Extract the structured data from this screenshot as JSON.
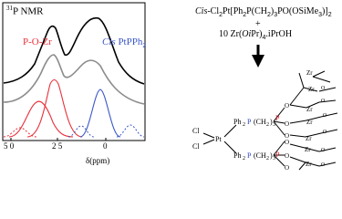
{
  "spectrum": {
    "nucleus_mass": "31",
    "nucleus_label": "P NMR",
    "peak_label_left": "P-O-Zr",
    "peak_label_right_italic": "Cis",
    "peak_label_right_rest": " PtPPh",
    "peak_label_right_sub": "2",
    "x_ticks": [
      "5 0",
      "2 5",
      "0"
    ],
    "x_label": "δ(ppm)",
    "colors": {
      "p_o_zr": "#e8303a",
      "cis_ptpph2": "#3b57c6",
      "trace": "#000000"
    }
  },
  "reaction": {
    "reactant_italic": "Cis",
    "reactant_rest": "-Cl",
    "reactant_sub1": "2",
    "reactant_mid": "Pt[Ph",
    "reactant_sub2": "2",
    "reactant_mid2": "P(CH",
    "reactant_sub3": "2",
    "reactant_mid3": ")",
    "reactant_sub4": "3",
    "reactant_mid4": "PO(OSiMe",
    "reactant_sub5": "3",
    "reactant_end": ")]",
    "reactant_sub6": "2",
    "plus": "+",
    "reagent_prefix": "10 Zr(",
    "reagent_italic": "Oi",
    "reagent_mid": "Pr)",
    "reagent_sub": "4",
    "reagent_end": ".iPrOH"
  },
  "structure": {
    "atoms": {
      "cl": "Cl",
      "pt": "Pt",
      "ph2": "Ph",
      "ph2_sub": "2",
      "p": "P",
      "ch2_3": "(CH",
      "ch2_3_sub": "2",
      "ch2_3_close": ")",
      "ch2_3_sub2": "3",
      "o": "O",
      "zr": "Zr"
    }
  }
}
